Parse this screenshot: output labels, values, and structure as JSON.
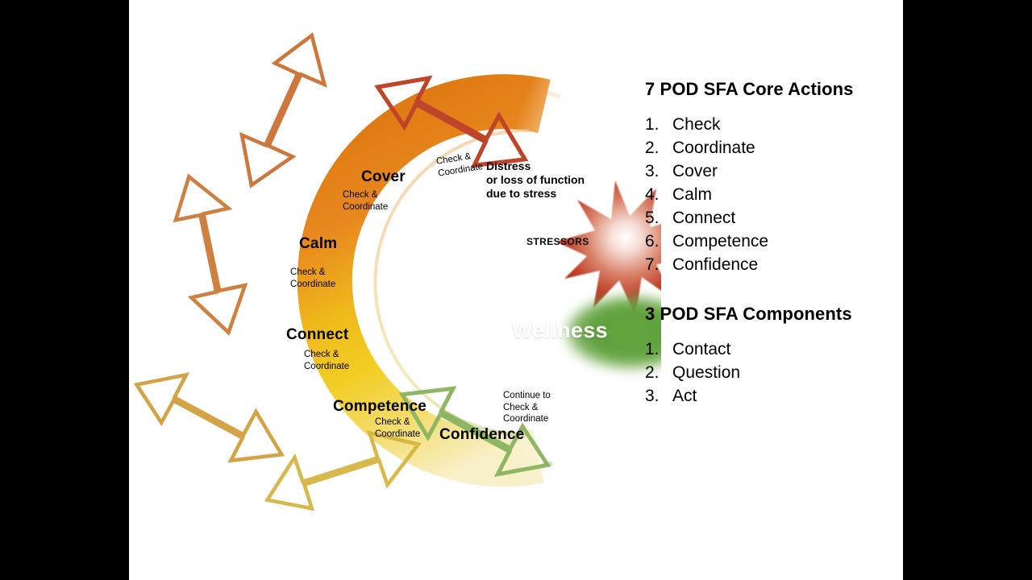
{
  "slide": {
    "background": "#ffffff",
    "letterbox_color": "#000000"
  },
  "diagram": {
    "title": "POD SFA cycle diagram",
    "colors": {
      "orange": "#E5891F",
      "yellow": "#F0C81C",
      "pale_yellow": "#F6EBBE",
      "arrow_red": "#C0482B",
      "arrow_orange": "#D4813A",
      "arrow_gold": "#D9B13B",
      "arrow_green": "#8CB55E",
      "stressor_red": "#B92B22",
      "wellness_green": "#5FA03C",
      "text": "#000000"
    },
    "steps": [
      {
        "name": "Cover",
        "note": "Check &\nCoordinate"
      },
      {
        "name": "Calm",
        "note": "Check &\nCoordinate"
      },
      {
        "name": "Connect",
        "note": "Check &\nCoordinate"
      },
      {
        "name": "Competence",
        "note": "Check &\nCoordinate"
      },
      {
        "name": "Confidence",
        "note": "Continue to\nCheck &\nCoordinate"
      }
    ],
    "entry_note": "Check &\nCoordinate",
    "distress_label": "Distress\nor loss of function\ndue to stress",
    "stressors_label": "STRESSORS",
    "wellness_label": "Wellness"
  },
  "panel": {
    "core_actions": {
      "title": "7 POD SFA Core Actions",
      "items": [
        {
          "num": "1.",
          "label": "Check"
        },
        {
          "num": "2.",
          "label": "Coordinate"
        },
        {
          "num": "3.",
          "label": "Cover"
        },
        {
          "num": "4.",
          "label": "Calm"
        },
        {
          "num": "5.",
          "label": "Connect"
        },
        {
          "num": "6.",
          "label": "Competence"
        },
        {
          "num": "7.",
          "label": "Confidence"
        }
      ]
    },
    "components": {
      "title": "3 POD SFA Components",
      "items": [
        {
          "num": "1.",
          "label": "Contact"
        },
        {
          "num": "2.",
          "label": "Question"
        },
        {
          "num": "3.",
          "label": "Act"
        }
      ]
    }
  }
}
